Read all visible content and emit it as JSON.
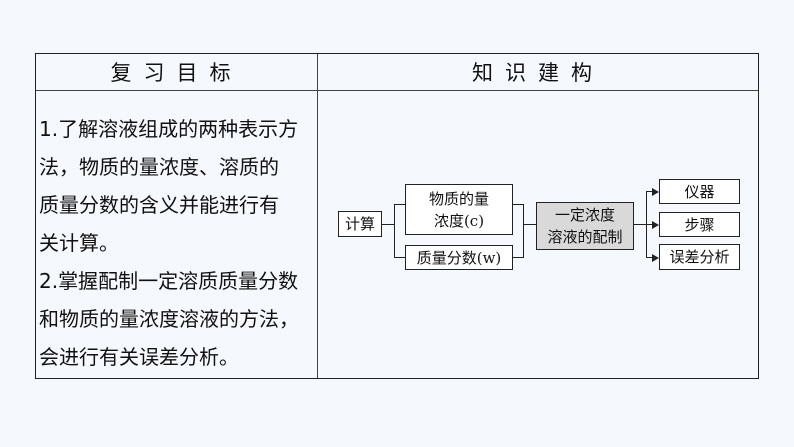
{
  "table": {
    "header_left": "复习目标",
    "header_right": "知识建构",
    "goals": [
      "1.了解溶液组成的两种表示方",
      "法，物质的量浓度、溶质的",
      "质量分数的含义并能进行有",
      "关计算。",
      "2.掌握配制一定溶质质量分数",
      "和物质的量浓度溶液的方法，",
      "会进行有关误差分析。"
    ]
  },
  "diagram": {
    "calc": "计算",
    "molar_line1": "物质的量",
    "molar_line2": "浓度(c)",
    "mass_fraction": "质量分数(w)",
    "center_line1": "一定浓度",
    "center_line2": "溶液的配制",
    "outputs": [
      "仪器",
      "步骤",
      "误差分析"
    ]
  }
}
